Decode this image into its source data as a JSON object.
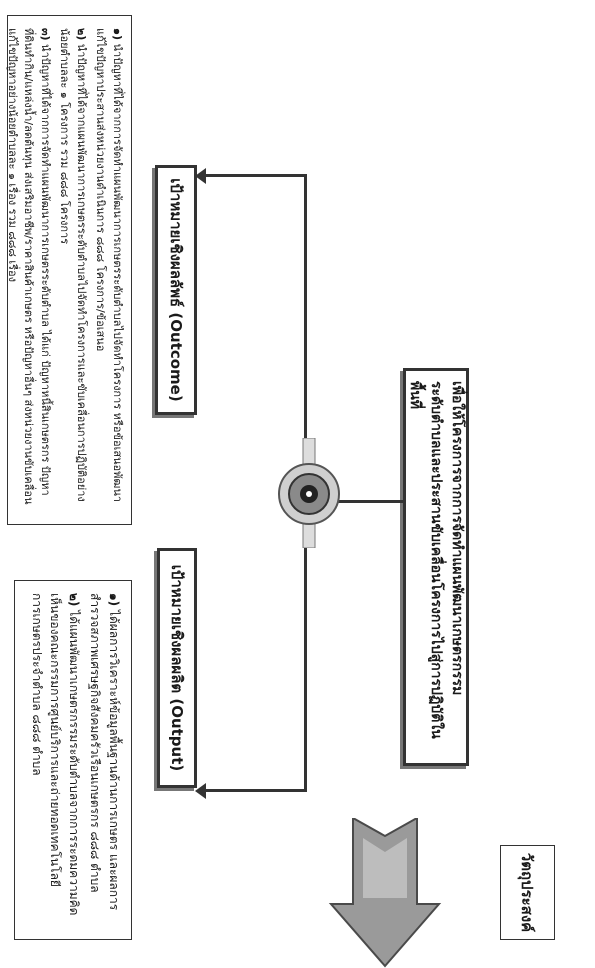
{
  "objective_label": "วัตถุประสงค์",
  "goal": {
    "line1": "เพื่อให้โครงการจากการจัดทำแผนพัฒนาเกษตรกรรม",
    "line2": "ระดับตำบลและประสานขับเคลื่อนโครงการไปสู่การปฏิบัติในพื้นที่"
  },
  "output": {
    "heading": "เป้าหมายเชิงผลผลิต (Output)",
    "items": [
      {
        "label": "๑)",
        "text": "ได้ผลการวิเคราะห์ข้อมูลพื้นฐานด้านการเกษตร และผลการสำรวจสภาพเศรษฐกิจสังคมครัวเรือนเกษตรกร ๘๘๘ ตำบล"
      },
      {
        "label": "๒)",
        "text": "ได้แผนพัฒนาเกษตรกรรมระดับตำบลจากการระดมความคิดเห็นของคณะกรรมการศูนย์บริการและถ่ายทอดเทคโนโลยีการเกษตรประจำตำบล ๘๘๘ ตำบล"
      }
    ]
  },
  "outcome": {
    "heading": "เป้าหมายเชิงผลลัพธ์ (Outcome)",
    "items": [
      {
        "label": "๑)",
        "text": "นำปัญหาที่ได้จากการจัดทำแผนพัฒนาการเกษตรระดับตำบลไปจัดทำโครงการ หรือข้อเสนอพัฒนาแก้ไขปัญหาประสานส่งหน่วยงานดำเนินการ ๘๘๘ โครงการ/ข้อเสนอ"
      },
      {
        "label": "๒)",
        "text": "นำปัญหาที่ได้จากแผนพัฒนาการเกษตรระดับตำบลไปจัดทำโครงการและขับเคลื่อนการปฏิบัติอย่างน้อยตำบลละ ๑ โครงการ รวม ๘๘๘ โครงการ"
      },
      {
        "label": "๓)",
        "text": "นำปัญหาที่ได้จากการจัดทำแผนพัฒนาการเกษตรระดับตำบล ได้แก่ ปัญหาหนี้สินเกษตรกร ปัญหาที่ดินทำกิน/แหล่งน้ำ/ลดต้นทุน ส่งเสริมอาชีพ/ราคาสินค้าเกษตร หรือปัญหาอื่นๆ ส่งหน่วยงานขับเคลื่อนแก้ไขปัญหาอย่างน้อยตำบลละ ๑ เรื่อง รวม ๘๘๘ เรื่อง"
      }
    ]
  },
  "colors": {
    "border": "#333333",
    "arrow_fill": "#9a9a9a",
    "arrow_stroke": "#4a4a4a"
  },
  "icons": {
    "down_arrow": "big-double-arrow-icon",
    "hub": "gear-hub-icon"
  }
}
